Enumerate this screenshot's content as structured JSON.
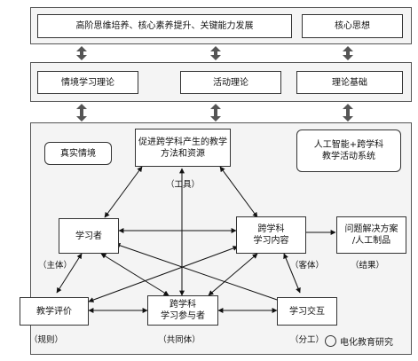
{
  "top": {
    "goal": "高阶思维培养、核心素养提升、关键能力发展",
    "core": "核心思想"
  },
  "middle": {
    "situated": "情境学习理论",
    "activity": "活动理论",
    "basis": "理论基础"
  },
  "bottom": {
    "real_situation": "真实情境",
    "tools_box": "促进跨学科产生的教学\n方法和资源",
    "tools_label": "（工具）",
    "ai_system": "人工智能+跨学科\n教学活动系统",
    "learner": "学习者",
    "subject_label": "（主体）",
    "content": "跨学科\n学习内容",
    "object_label": "（客体）",
    "outcome": "问题解决方案\n/人工制品",
    "outcome_label": "（结果）",
    "evaluation": "教学评价",
    "rules_label": "（规则）",
    "participants": "跨学科\n学习参与者",
    "community_label": "（共同体）",
    "interaction": "学习交互",
    "division_label": "（分工）"
  },
  "watermark": "电化教育研究"
}
